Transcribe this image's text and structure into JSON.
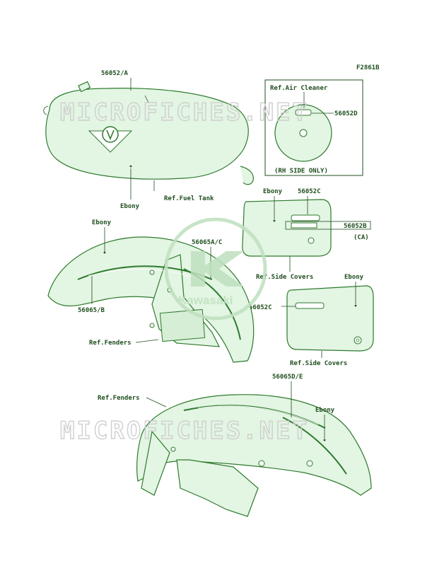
{
  "figure_code": "F2861B",
  "watermark": "MICROFICHES.NET",
  "logo_text": "Kawasaki",
  "labels": {
    "fuel_tank_part": "56052/A",
    "fuel_tank_ref": "Ref.Fuel Tank",
    "fuel_tank_color": "Ebony",
    "air_cleaner_ref": "Ref.Air Cleaner",
    "air_cleaner_part": "56052D",
    "air_cleaner_note": "(RH SIDE ONLY)",
    "side_cover1_color": "Ebony",
    "side_cover1_part": "56052C",
    "side_cover1_part_ca": "56052B",
    "side_cover1_ca": "(CA)",
    "side_covers_ref1": "Ref.Side Covers",
    "side_cover2_color": "Ebony",
    "side_cover2_part": "56052C",
    "side_covers_ref2": "Ref.Side Covers",
    "front_fender_color": "Ebony",
    "front_fender_part_ac": "56065A/C",
    "front_fender_part_b": "56065/B",
    "fenders_ref1": "Ref.Fenders",
    "fenders_ref2": "Ref.Fenders",
    "rear_fender_part": "56065D/E",
    "rear_fender_color": "Ebony"
  },
  "colors": {
    "line": "#2e7a2e",
    "fill": "#e3f5e3",
    "label": "#1f4f1f",
    "watermark": "#cfcfcf"
  }
}
